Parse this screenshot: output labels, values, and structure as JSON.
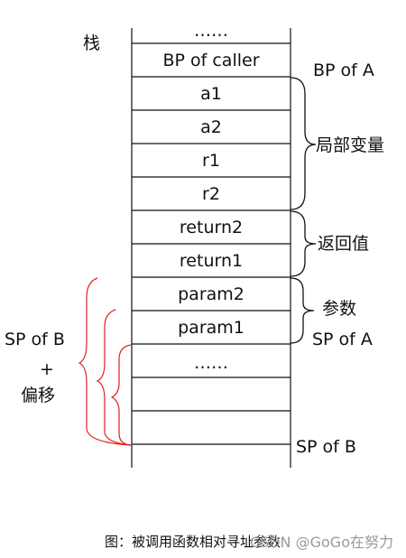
{
  "stack_label": "栈",
  "cells": [
    "……",
    "BP of caller",
    "a1",
    "a2",
    "r1",
    "r2",
    "return2",
    "return1",
    "param2",
    "param1",
    "……",
    "",
    ""
  ],
  "labels": {
    "bp_of_a": "BP of A",
    "locals": "局部变量",
    "return_values": "返回值",
    "params": "参数",
    "sp_of_a": "SP of A",
    "sp_of_b_bottom": "SP of B",
    "sp_of_b_left": "SP of B",
    "plus": "+",
    "offset": "偏移"
  },
  "caption": "图：被调用函数相对寻址参数",
  "watermark": "CSDN @GoGo在努力"
}
